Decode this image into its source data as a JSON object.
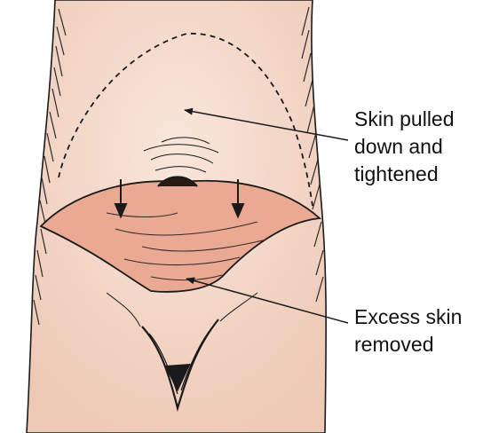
{
  "labels": {
    "top": [
      "Skin pulled",
      "down and",
      "tightened"
    ],
    "bottom": [
      "Excess skin",
      "removed"
    ]
  },
  "colors": {
    "skin": "#f3d4c3",
    "skin_light": "#f8e3d7",
    "removed_area": "#eaa992",
    "outline": "#1a1a1a",
    "text": "#111111"
  }
}
